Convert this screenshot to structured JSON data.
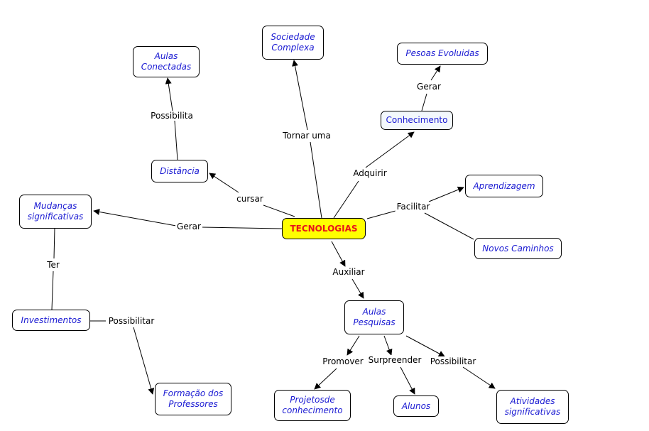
{
  "nodes": {
    "tecnologias": "TECNOLOGIAS",
    "aulas_conectadas": "Aulas\nConectadas",
    "sociedade_complexa": "Sociedade\nComplexa",
    "pesoas_evoluidas": "Pesoas Evoluidas",
    "conhecimento": "Conhecimento",
    "distancia": "Distância",
    "aprendizagem": "Aprendizagem",
    "novos_caminhos": "Novos Caminhos",
    "mudancas": "Mudanças\nsignificativas",
    "investimentos": "Investimentos",
    "aulas_pesquisas": "Aulas\nPesquisas",
    "formacao": "Formação dos\nProfessores",
    "projetos": "Projetosde\nconhecimento",
    "alunos": "Alunos",
    "atividades": "Atividades\nsignificativas"
  },
  "links": {
    "possibilita": "Possibilita",
    "tornar_uma": "Tornar uma",
    "gerar_top": "Gerar",
    "adquirir": "Adquirir",
    "cursar": "cursar",
    "facilitar": "Facilitar",
    "gerar_left": "Gerar",
    "ter": "Ter",
    "auxiliar": "Auxiliar",
    "possibilitar_left": "Possibilitar",
    "promover": "Promover",
    "surpreender": "Surpreender",
    "possibilitar_right": "Possibilitar"
  },
  "colors": {
    "concept_text": "#1a1ad2",
    "central_fill": "#ffff00",
    "central_text": "#e8141a",
    "line": "#000000"
  }
}
